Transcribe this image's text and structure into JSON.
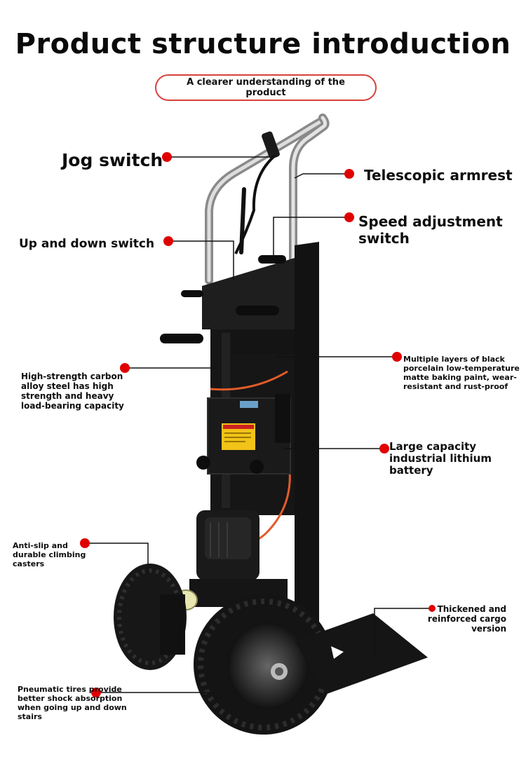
{
  "header": {
    "title": "Product structure introduction",
    "subtitle": "A clearer understanding of the product"
  },
  "colors": {
    "accent": "#e00000",
    "pill_border": "#d8403a",
    "frame": "#1b1b1b",
    "handle": "#b8b8b8",
    "cable": "#e25b2a",
    "battery_label": "#f2c318"
  },
  "callouts": [
    {
      "id": "jog-switch",
      "text": "Jog switch"
    },
    {
      "id": "telescopic-armrest",
      "text": "Telescopic armrest"
    },
    {
      "id": "speed-adjustment-switch",
      "text": "Speed adjustment switch"
    },
    {
      "id": "up-down-switch",
      "text": "Up and down switch"
    },
    {
      "id": "carbon-steel",
      "text": "High-strength carbon alloy steel has high strength and heavy load-bearing capacity"
    },
    {
      "id": "baking-paint",
      "text": "Multiple layers of black porcelain low-temperature matte baking paint, wear-resistant and rust-proof"
    },
    {
      "id": "lithium-battery",
      "text": "Large capacity industrial lithium battery"
    },
    {
      "id": "climbing-casters",
      "text": "Anti-slip and durable climbing casters"
    },
    {
      "id": "cargo-plate",
      "text": "Thickened and reinforced cargo version"
    },
    {
      "id": "pneumatic-tires",
      "text": "Pneumatic tires provide better shock absorption when going up and down stairs"
    }
  ]
}
